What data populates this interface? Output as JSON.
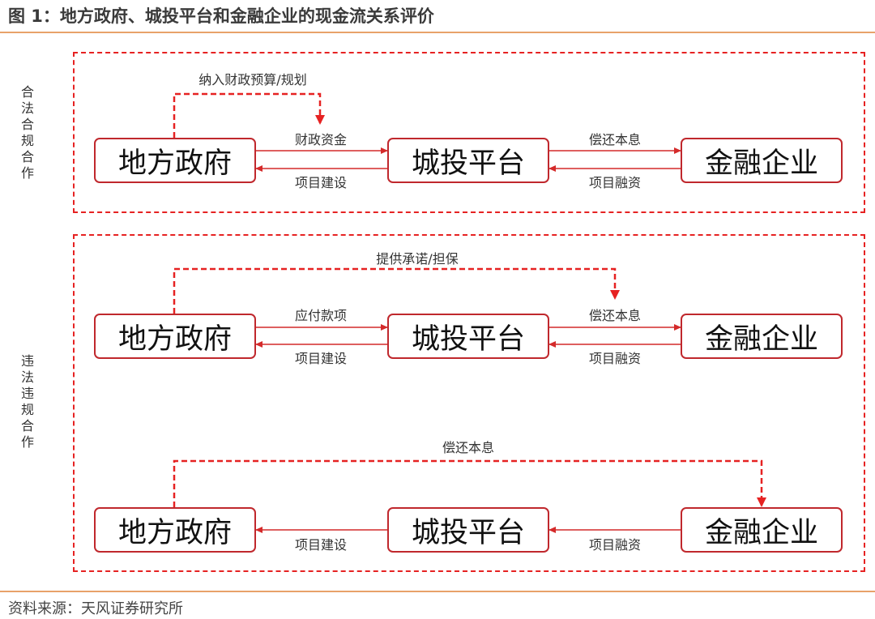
{
  "figure": {
    "title": "图 1：地方政府、城投平台和金融企业的现金流关系评价",
    "source": "资料来源：天风证券研究所"
  },
  "colors": {
    "accent": "#e62222",
    "node_border": "#c0282d",
    "rule": "#e8a26a"
  },
  "nodes": {
    "government": "地方政府",
    "platform": "城投平台",
    "finance": "金融企业"
  },
  "sections": [
    {
      "label": "合法合规合作",
      "top_label": "纳入财政预算/规划",
      "rows": [
        {
          "gov_to_platform": "财政资金",
          "platform_to_gov": "项目建设",
          "platform_to_finance": "偿还本息",
          "finance_to_platform": "项目融资"
        }
      ]
    },
    {
      "label": "违法违规合作",
      "top_label": "提供承诺/担保",
      "rows": [
        {
          "gov_to_platform": "应付款项",
          "platform_to_gov": "项目建设",
          "platform_to_finance": "偿还本息",
          "finance_to_platform": "项目融资"
        },
        {
          "top_label": "偿还本息",
          "platform_to_gov": "项目建设",
          "finance_to_platform": "项目融资"
        }
      ]
    }
  ]
}
